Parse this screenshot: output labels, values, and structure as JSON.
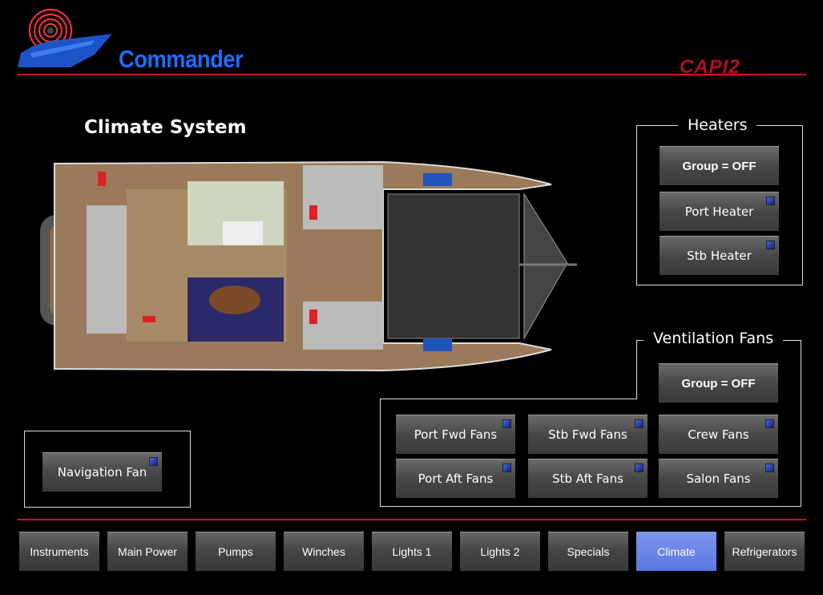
{
  "header": {
    "app_name": "Commander",
    "brand": "CAPI2"
  },
  "page_title": "Climate System",
  "heaters": {
    "title": "Heaters",
    "group": "Group = OFF",
    "buttons": [
      "Port Heater",
      "Stb Heater"
    ]
  },
  "fans": {
    "title": "Ventilation Fans",
    "group": "Group = OFF",
    "buttons": [
      "Port Fwd Fans",
      "Stb Fwd Fans",
      "Crew Fans",
      "Port Aft Fans",
      "Stb Aft Fans",
      "Salon Fans"
    ]
  },
  "nav_fan": {
    "label": "Navigation Fan"
  },
  "tabs": [
    "Instruments",
    "Main Power",
    "Pumps",
    "Winches",
    "Lights 1",
    "Lights 2",
    "Specials",
    "Climate",
    "Refrigerators"
  ],
  "active_tab": "Climate",
  "colors": {
    "accent": "#1f6bff",
    "rule": "#c8102e",
    "indicator": "#1a3aa8",
    "active_tab": "#6a86e8"
  }
}
